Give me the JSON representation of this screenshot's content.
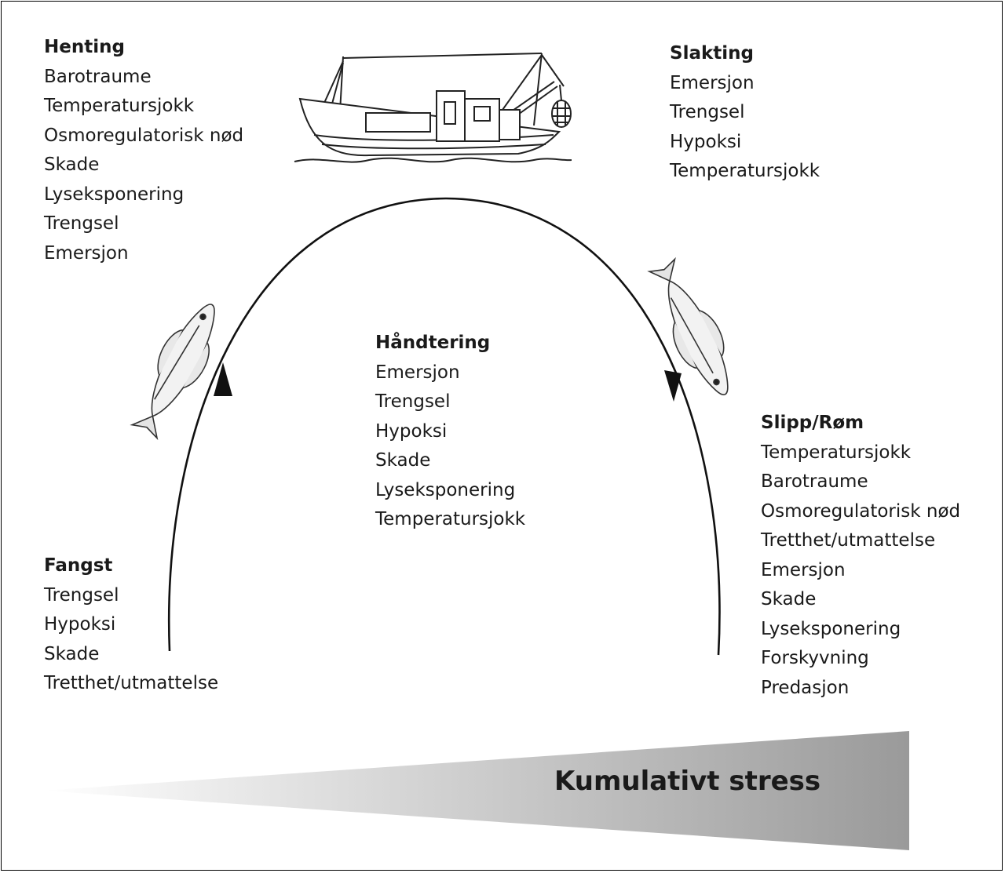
{
  "stages": {
    "henting": {
      "title": "Henting",
      "items": [
        "Barotraume",
        "Temperatursjokk",
        "Osmoregulatorisk nød",
        "Skade",
        "Lyseksponering",
        "Trengsel",
        "Emersjon"
      ]
    },
    "slakting": {
      "title": "Slakting",
      "items": [
        "Emersjon",
        "Trengsel",
        "Hypoksi",
        "Temperatursjokk"
      ]
    },
    "handtering": {
      "title": "Håndtering",
      "items": [
        "Emersjon",
        "Trengsel",
        "Hypoksi",
        "Skade",
        "Lyseksponering",
        "Temperatursjokk"
      ]
    },
    "fangst": {
      "title": "Fangst",
      "items": [
        "Trengsel",
        "Hypoksi",
        "Skade",
        "Tretthet/utmattelse"
      ]
    },
    "slipp": {
      "title": "Slipp/Røm",
      "items": [
        "Temperatursjokk",
        "Barotraume",
        "Osmoregulatorisk nød",
        "Tretthet/utmattelse",
        "Emersjon",
        "Skade",
        "Lyseksponering",
        "Forskyvning",
        "Predasjon"
      ]
    }
  },
  "stress_bar": {
    "label": "Kumulativt stress",
    "gradient_start": "#ffffff",
    "gradient_end": "#9a9a9a"
  },
  "icons": [
    "fishing-boat-icon",
    "fish-ascending-icon",
    "fish-descending-icon"
  ]
}
